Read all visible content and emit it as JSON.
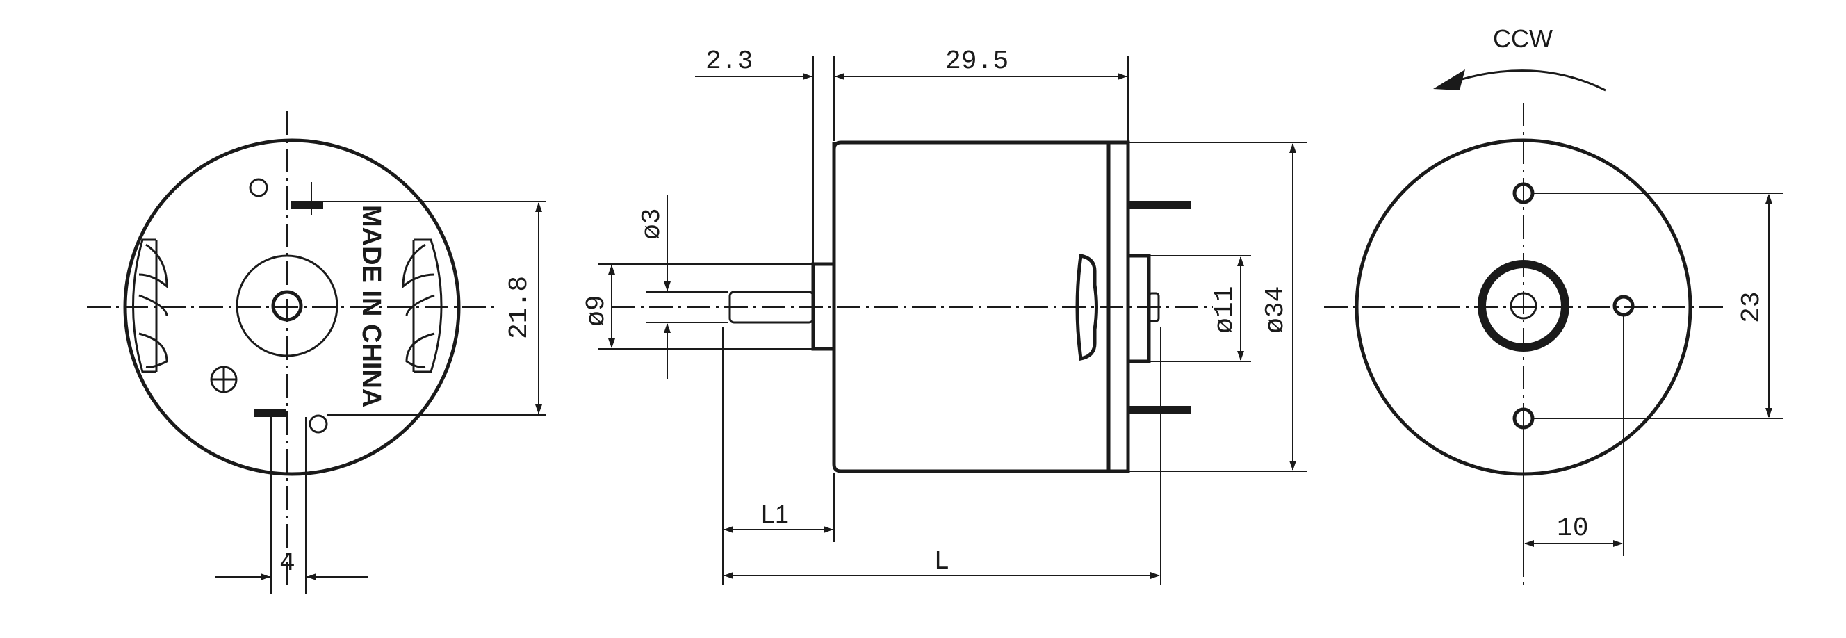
{
  "left_view": {
    "stamp_text": "MADE IN CHINA",
    "dim_terminal_spacing": "21.8",
    "dim_terminal_width": "4",
    "polarity_symbol": "plus-icon"
  },
  "side_view": {
    "dim_flange": "2.3",
    "dim_body": "29.5",
    "dim_shaft": "ø3",
    "dim_collar": "ø9",
    "dim_boss": "ø11",
    "dim_body_dia": "ø34",
    "dim_l1": "L1",
    "dim_l": "L"
  },
  "right_view": {
    "rotation": "CCW",
    "dim_hole_spacing": "23",
    "dim_hole_offset": "10"
  }
}
